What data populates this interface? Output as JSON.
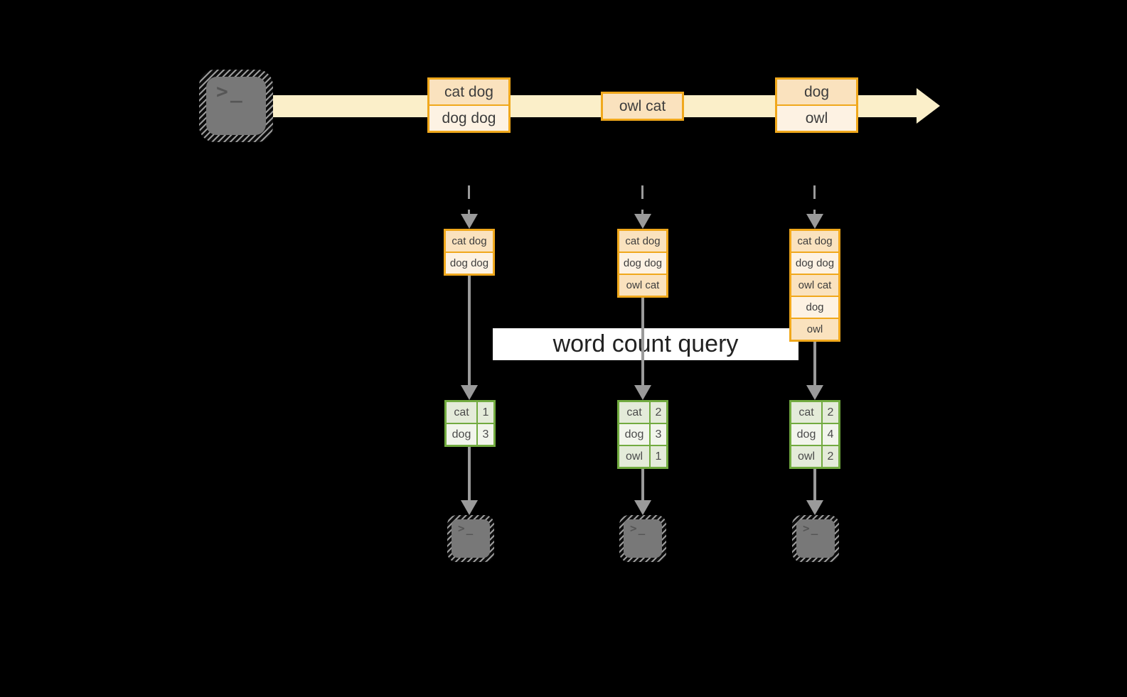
{
  "query_label": "word count query",
  "stream": {
    "source_icon": "terminal-icon",
    "prompt_glyph": ">_",
    "events": [
      {
        "lines": [
          "cat dog",
          "dog dog"
        ]
      },
      {
        "lines": [
          "owl cat"
        ]
      },
      {
        "lines": [
          "dog",
          "owl"
        ]
      }
    ]
  },
  "columns": [
    {
      "state": [
        "cat dog",
        "dog dog"
      ],
      "counts": [
        {
          "word": "cat",
          "count": 1
        },
        {
          "word": "dog",
          "count": 3
        }
      ]
    },
    {
      "state": [
        "cat dog",
        "dog dog",
        "owl cat"
      ],
      "counts": [
        {
          "word": "cat",
          "count": 2
        },
        {
          "word": "dog",
          "count": 3
        },
        {
          "word": "owl",
          "count": 1
        }
      ]
    },
    {
      "state": [
        "cat dog",
        "dog dog",
        "owl cat",
        "dog",
        "owl"
      ],
      "counts": [
        {
          "word": "cat",
          "count": 2
        },
        {
          "word": "dog",
          "count": 4
        },
        {
          "word": "owl",
          "count": 2
        }
      ]
    }
  ],
  "colors": {
    "background": "#000000",
    "stream_arrow": "#FBEFC9",
    "event_border": "#F0A81C",
    "event_fill_dark": "#FAE2BE",
    "event_fill_light": "#FDF2E3",
    "count_border": "#72AB40",
    "count_fill_dark": "#E4EBD9",
    "count_fill_light": "#F2F5EC",
    "arrow_gray": "#9A9A9A",
    "terminal_gray": "#787878",
    "banner_bg": "#FFFFFF",
    "text_dark": "#3D3D3D"
  }
}
